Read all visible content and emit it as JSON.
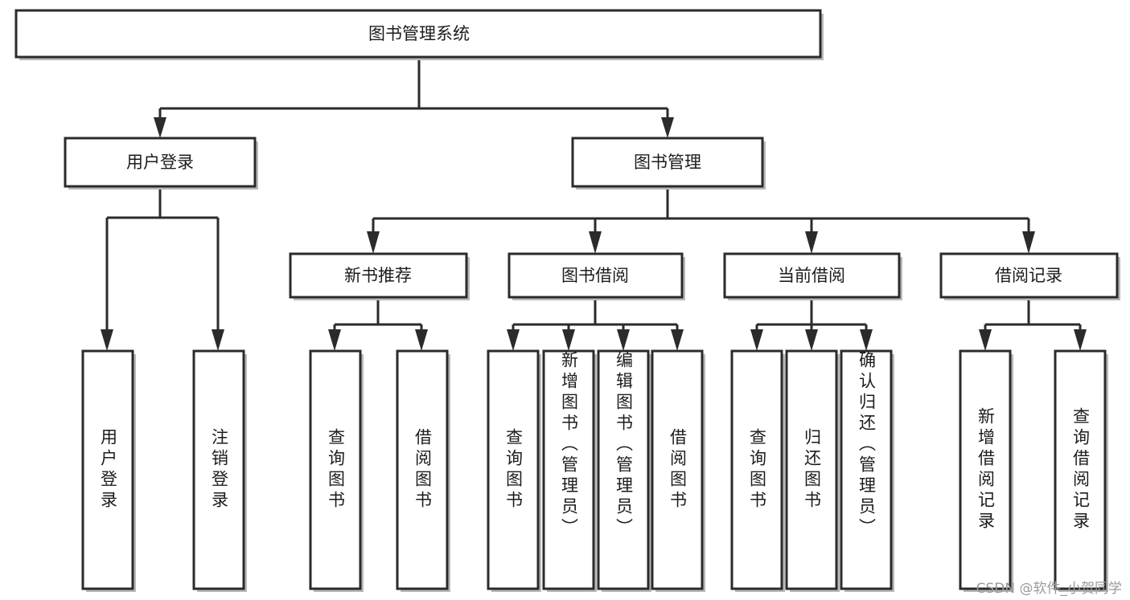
{
  "diagram": {
    "title": "图书管理系统",
    "type": "tree",
    "watermark": "CSDN @软件_小贺同学",
    "colors": {
      "box_stroke": "#2b2b2b",
      "box_fill": "#ffffff",
      "connector": "#2b2b2b",
      "text": "#1c1c1c",
      "watermark": "#9a9a9a",
      "background": "#ffffff"
    },
    "nodes": {
      "root": "图书管理系统",
      "level2": {
        "user_login": "用户登录",
        "book_manage": "图书管理"
      },
      "level3": {
        "new_book_recommend": "新书推荐",
        "book_borrow": "图书借阅",
        "current_borrow": "当前借阅",
        "borrow_record": "借阅记录"
      },
      "leaves": {
        "user_login_children": [
          "用户登录",
          "注销登录"
        ],
        "new_book_recommend_children": [
          "查询图书",
          "借阅图书"
        ],
        "book_borrow_children": [
          "查询图书",
          "新增图书（管理员）",
          "编辑图书（管理员）",
          "借阅图书"
        ],
        "current_borrow_children": [
          "查询图书",
          "归还图书",
          "确认归还（管理员）"
        ],
        "borrow_record_children": [
          "新增借阅记录",
          "查询借阅记录"
        ]
      }
    }
  }
}
